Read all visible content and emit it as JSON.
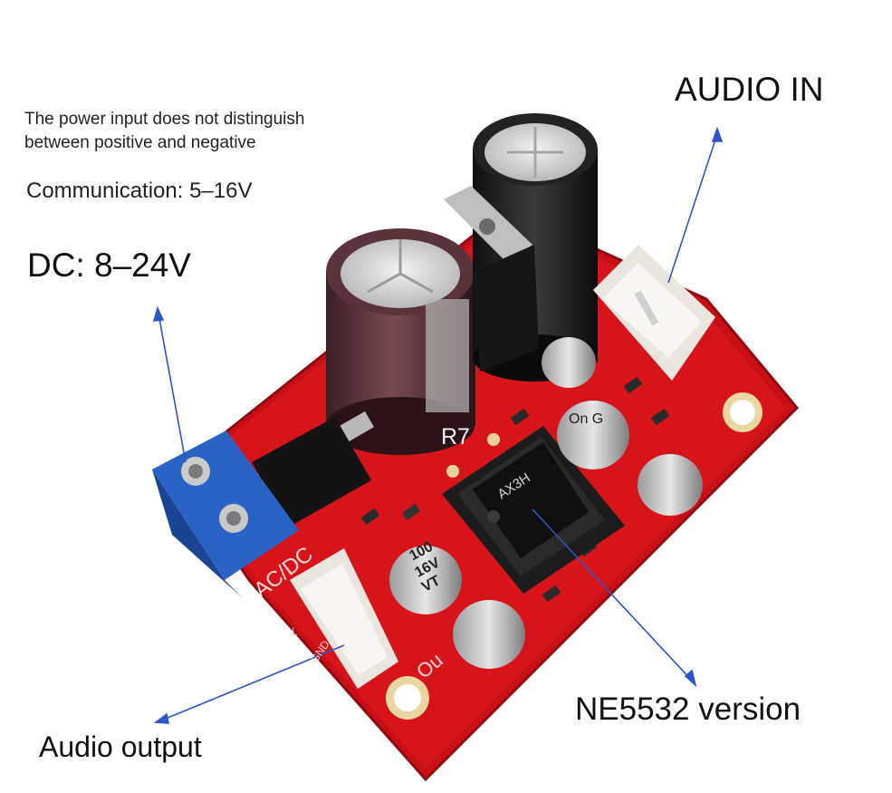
{
  "annotations": {
    "power_note_line1": "The power input does not distinguish",
    "power_note_line2": "between positive and negative",
    "communication": "Communication: 5–16V",
    "dc_range": "DC: 8–24V",
    "audio_in": "AUDIO IN",
    "audio_output": "Audio output",
    "chip_version": "NE5532 version"
  },
  "board_labels": {
    "r7": "R7",
    "chip_marking": "AX3H",
    "on_g": "On G",
    "ac_dc": "AC/DC",
    "cap_value_a": "100",
    "cap_value_b": "16V",
    "cap_brand": "VT",
    "out_label": "Ou",
    "gnd_label": "GND",
    "l_label": "L"
  },
  "colors": {
    "pcb_red": "#d8141b",
    "arrow_blue": "#2d55c8",
    "terminal_blue": "#2a63c6"
  }
}
